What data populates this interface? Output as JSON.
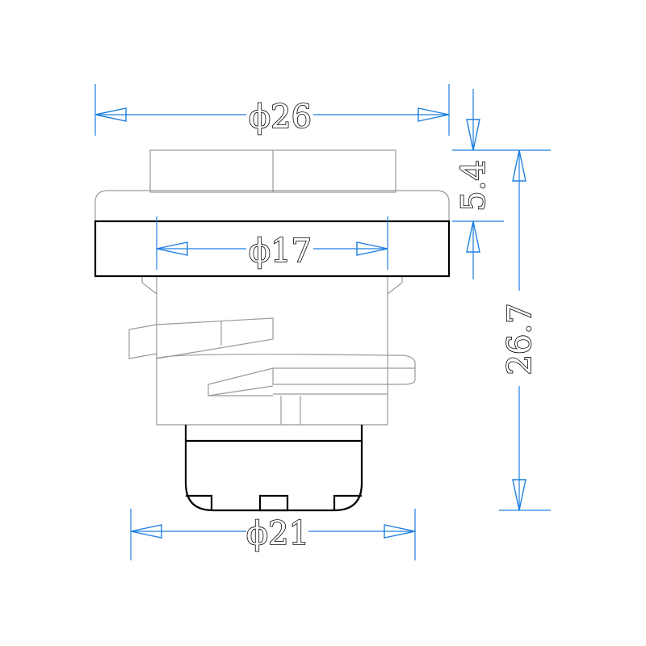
{
  "colors": {
    "dimension": "#1e7fe0",
    "outline": "#000000",
    "body": "#9a9a9a"
  },
  "dimensions": {
    "d26": "ϕ26",
    "d17": "ϕ17",
    "d21": "ϕ21",
    "h54": "5.4",
    "h267": "26.7"
  }
}
